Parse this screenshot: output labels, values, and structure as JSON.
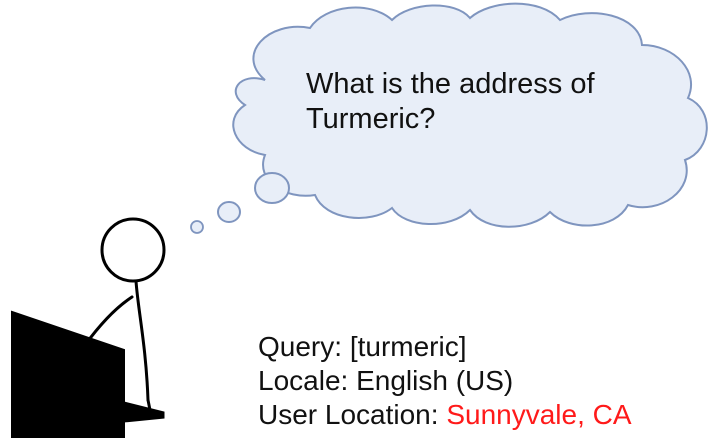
{
  "thought": {
    "line1": "What is the address of",
    "line2": "Turmeric?"
  },
  "info": {
    "query_label": "Query:",
    "query_value": "[turmeric]",
    "locale_label": "Locale:",
    "locale_value": "English (US)",
    "location_label": "User Location:",
    "location_value": "Sunnyvale, CA"
  },
  "colors": {
    "highlight": "#ff1a1a",
    "text": "#111111",
    "cloud_fill": "#e8eef8",
    "cloud_stroke": "#7f95bf"
  }
}
